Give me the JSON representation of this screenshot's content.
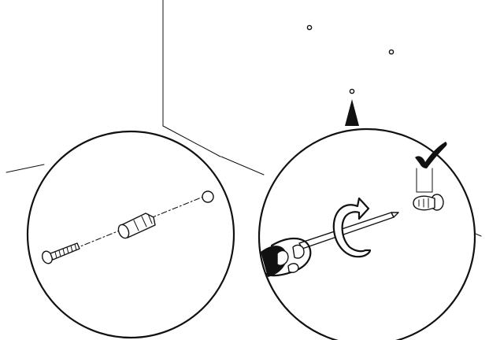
{
  "figure": {
    "kind": "wall-mounting-instruction-illustration",
    "panels": [
      {
        "id": "left-detail",
        "depicts": "screw-and-wall-anchor-insertion"
      },
      {
        "id": "right-detail",
        "depicts": "screwdriver-fastening-screw-with-approval-check"
      }
    ],
    "icons": [
      "rotation-arrow-icon",
      "checkmark-icon",
      "pointer-triangle-icon"
    ],
    "colors": {
      "ink": "#111111",
      "paper": "#ffffff"
    }
  }
}
